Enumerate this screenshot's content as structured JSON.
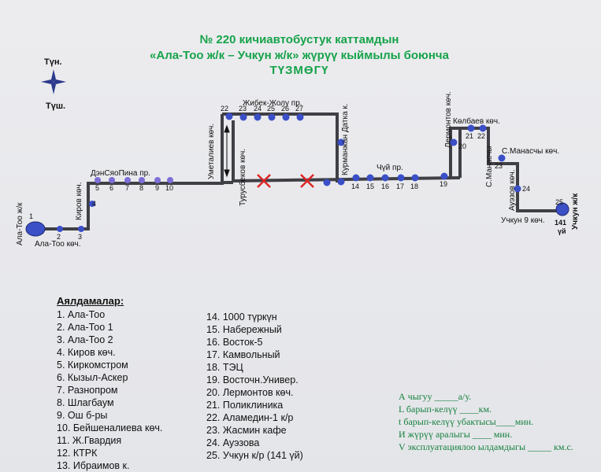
{
  "title": {
    "line1": "№ 220 кичиавтобустук каттамдын",
    "line2": "«Ала-Тоо ж/к – Учкун ж/к»  жүрүү кыймылы боюнча",
    "line3": "ТҮЗМӨГҮ"
  },
  "compass": {
    "north": "Түн.",
    "south": "Түш."
  },
  "streets": {
    "ala_too_jk": "Ала-Тоо ж/к",
    "ala_too_street": "Ала-Тоо көч.",
    "kirov": "Киров көч.",
    "dan_syao_pina": "ДэнСяоПина пр.",
    "umetaliev": "Уметалиев көч.",
    "turusbekov": "Турусбеков көч.",
    "zhibek_zholu": "Жибек-Жолу пр.",
    "kurmanjan_datka": "Курманжан Датка к.",
    "chui": "Чүй пр.",
    "lermontov": "Лермонтов көч.",
    "kolbaev": "Көлбаев көч.",
    "s_manas": "С.Манасчы",
    "s_manas_street": "С.Манасчы көч.",
    "auezov": "Ауэзов көч.",
    "uchkun9": "Учкун 9  көч.",
    "uchkun_jk": "Учкун ж/к",
    "final_label": "141 үй"
  },
  "stop_numbers": [
    "1",
    "2",
    "3",
    "4",
    "5",
    "6",
    "7",
    "8",
    "9",
    "10",
    "14",
    "15",
    "16",
    "17",
    "18",
    "19",
    "20",
    "21",
    "22",
    "22",
    "23",
    "23",
    "24",
    "25",
    "25",
    "26",
    "27"
  ],
  "stops_header": "Аялдамалар:",
  "stops_col1": [
    "1. Ала-Тоо",
    "2. Ала-Тоо 1",
    "3. Ала-Тоо 2",
    "4. Киров көч.",
    "5. Киркомстром",
    "6. Кызыл-Аскер",
    "7. Разнопром",
    "8. Шлагбаум",
    "9. Ош б-ры",
    "10. Бейшеналиева көч.",
    "11. Ж.Гвардия",
    "12. КТРК",
    "13. Ибраимов к."
  ],
  "stops_col2": [
    "14. 1000 түркүн",
    "15. Набережный",
    "16.  Восток-5",
    "17. Камвольный",
    "18. ТЭЦ",
    "19. Восточн.Универ.",
    "20. Лермонтов көч.",
    "21. Поликлиника",
    "22.  Аламедин-1 к/р",
    "23. Жасмин кафе",
    "24. Ауэзова",
    "25. Учкун к/р (141 үй)"
  ],
  "info": [
    "А чыгуу  _____а/у.",
    "L барып-келүү  ____км.",
    "t барып-келүү убактысы____мин.",
    "И жүрүү аралыгы ____    мин.",
    "V эксплуатациялоо ылдамдыгы _____ км.с."
  ],
  "colors": {
    "title": "#17a34a",
    "route": "#3f3f46",
    "stop": "#3b4fc7",
    "stop_alt": "#7c6fd6",
    "closed": "#dc2626",
    "info": "#15803d"
  }
}
